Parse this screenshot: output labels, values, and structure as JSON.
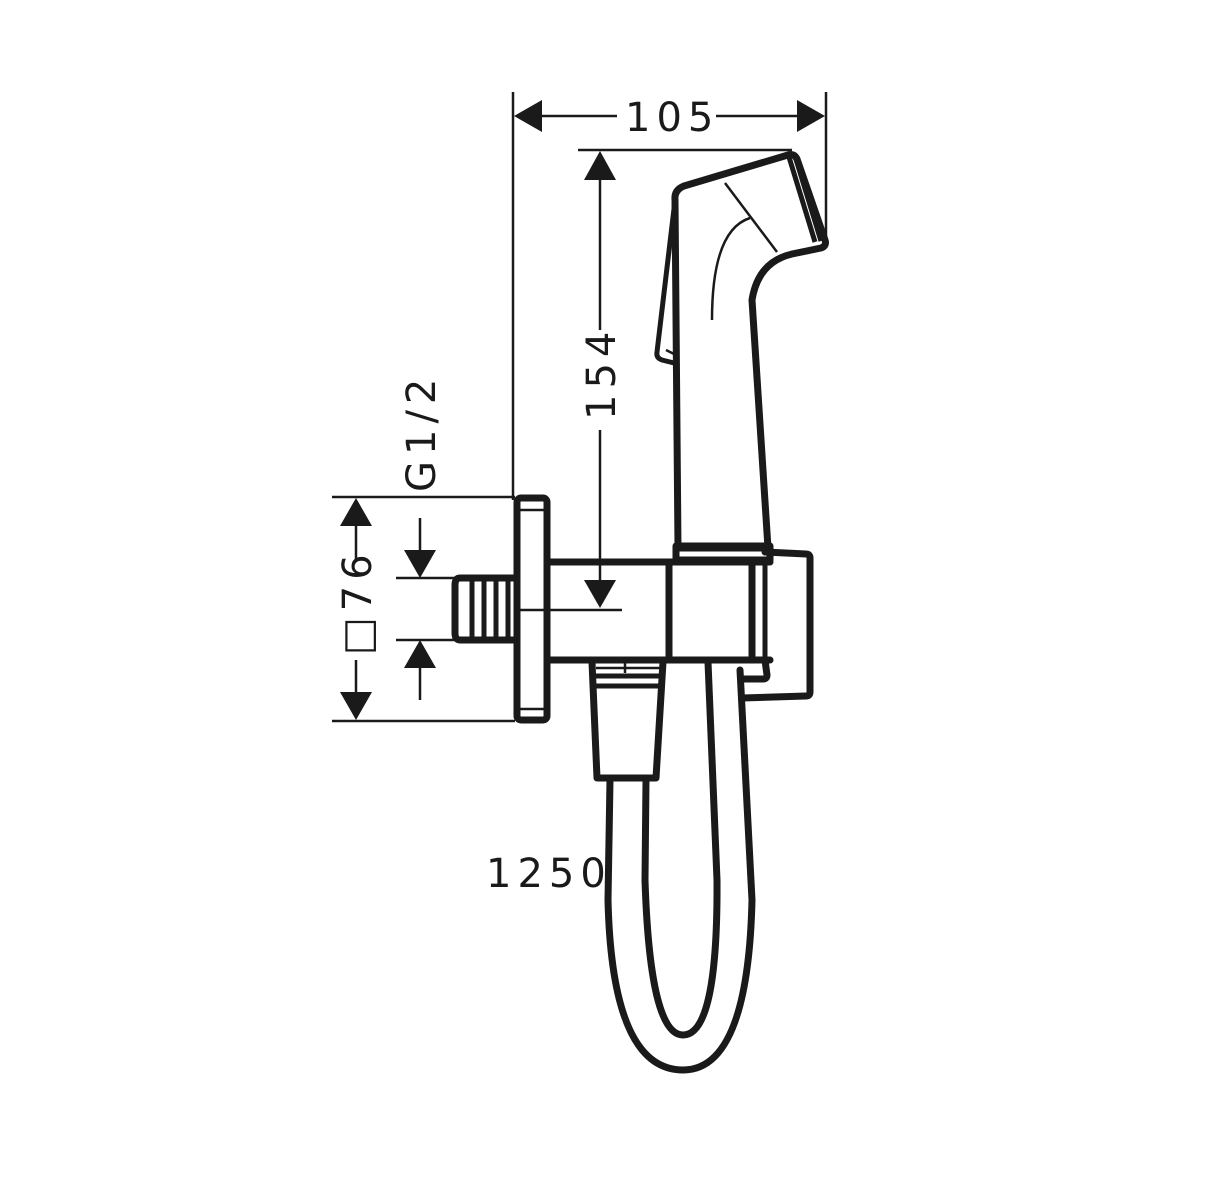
{
  "drawing": {
    "subject": "Bidet hand shower with wall outlet, holder and hose",
    "colors": {
      "line": "#1a1a1a",
      "background": "#ffffff"
    },
    "dimensions": {
      "overall_width": "105",
      "handshower_height": "154",
      "connection_thread": "G1/2",
      "wall_plate": "□76",
      "hose_length": "1250"
    }
  }
}
